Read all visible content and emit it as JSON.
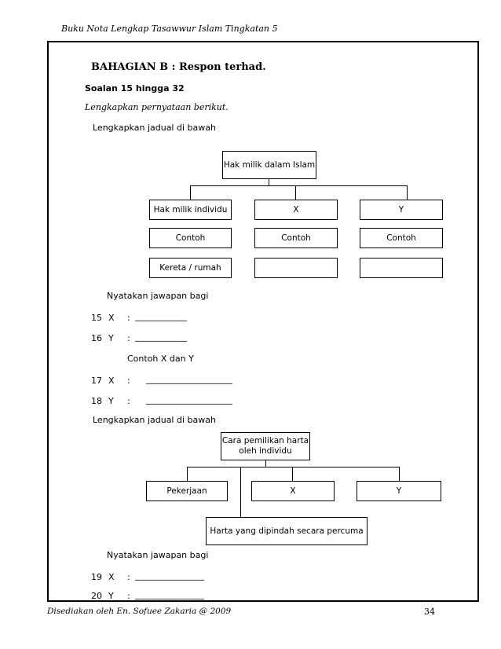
{
  "header": {
    "title": "Buku Nota Lengkap Tasawwur Islam Tingkatan 5"
  },
  "section": {
    "title": "BAHAGIAN B : Respon terhad.",
    "range": "Soalan 15 hingga 32",
    "instruction": "Lengkapkan pernyataan berikut."
  },
  "chart1": {
    "prompt": "Lengkapkan jadual di bawah",
    "root": "Hak milik dalam Islam",
    "branches": [
      "Hak milik individu",
      "X",
      "Y"
    ],
    "example_label": "Contoh",
    "example_value": "Kereta / rumah"
  },
  "q_intro_1": "Nyatakan jawapan bagi",
  "q15": {
    "num": "15",
    "label": "X",
    "colon": ":",
    "blank": "____________"
  },
  "q16": {
    "num": "16",
    "label": "Y",
    "colon": ":",
    "blank": "____________"
  },
  "contoh_xy": "Contoh X dan Y",
  "q17": {
    "num": "17",
    "label": "X",
    "colon": ":",
    "blank": "____________________"
  },
  "q18": {
    "num": "18",
    "label": "Y",
    "colon": ":",
    "blank": "____________________"
  },
  "chart2": {
    "prompt": "Lengkapkan jadual di bawah",
    "root": "Cara pemilikan harta oleh individu",
    "branches": [
      "Pekerjaan",
      "X",
      "Y"
    ],
    "bottom": "Harta yang dipindah secara percuma"
  },
  "q_intro_2": "Nyatakan jawapan bagi",
  "q19": {
    "num": "19",
    "label": "X",
    "colon": ":",
    "blank": "________________"
  },
  "q20": {
    "num": "20",
    "label": "Y",
    "colon": ":",
    "blank": "________________"
  },
  "footer": {
    "left": "Disediakan oleh En. Sofuee Zakaria @ 2009",
    "page": "34"
  }
}
